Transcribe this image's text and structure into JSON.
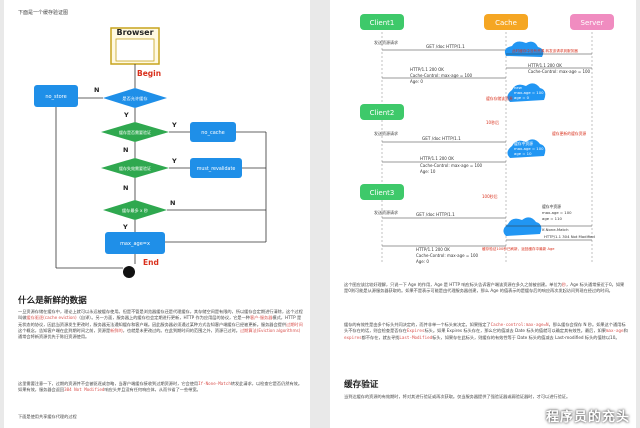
{
  "left_page": {
    "intro": "下面是一个缓存验证图",
    "flowchart": {
      "browser": "Browser",
      "begin": "Begin",
      "end": "End",
      "q_cacheable": "是否允许缓存",
      "q_revalidate": "缓存是否需要验证",
      "q_expire": "缓存失效需要验证",
      "q_maxage": "缓存最多 x 秒",
      "no_store": "no_store",
      "no_cache": "no_cache",
      "must_revalidate": "must_revalidate",
      "max_age": "max_age=x",
      "yes": "Y",
      "no": "N"
    },
    "section_title": "什么是新鲜的数据",
    "para1_a": "一旦资源存储在缓存中，理论上就可以永远被缓存使用。但是不管是浏览器缓存还是代理缓存，其存储空间是有限的，所以缓存会定期进行清除，这个过程叫做",
    "para1_b": "缓存驱逐(cache eviction)",
    "para1_c": "（自译）。另一方面，服务器上的缓存也会定期进行更新，HTTP 作为应用层的协议，它是一种",
    "para1_d": "客户-服务器",
    "para1_e": "模式，HTTP 是无状态的协议，因此当资源发生更改时，服务器无法通知缓存和客户端。因此服务器必须通过某种方式告知客户端缓存已经被更新。服务器会提供",
    "para1_f": "过期时间",
    "para1_g": "这个概念，告知客户端在此到期时间之前，资源是",
    "para1_h": "新鲜的",
    "para1_i": "，也就是未更改过的。在此到期时间的范围之外，资源已过时。",
    "para1_j": "过期算法(Eviction algorithms)",
    "para1_k": "通常会将新资源优先于陈旧资源使用。",
    "para2_a": "这里需要注意一下，过期的资源并不会被驱逐或忽略，当客户端缓存接收到过期资源时，它会使用",
    "para2_b": "If-None-Match",
    "para2_c": "转发此请求，以检查它是否仍然有效。如果有效，服务器会返回",
    "para2_d": "304 Not Modified",
    "para2_e": "响应头并且没有任何响应体，从而节省了一些带宽。",
    "para3": "下面是使用共享缓存代理的过程"
  },
  "right_page": {
    "sequence": {
      "client1": "Client1",
      "client2": "Client2",
      "client3": "Client3",
      "cache": "Cache",
      "server": "Server",
      "send_request": "发送资源请求",
      "get_doc": "GET /doc HTTP/1.1",
      "cloud1": "此时缓存中没有资源,转发该请求到服务器",
      "resp1_l1": "HTTP/1.1 200 OK",
      "resp1_l2": "Cache-Control: max-age = 100",
      "resp1_l3": "Age: 0",
      "cache_stored": "缓存存储该资源",
      "cloud2_l1": "new",
      "cloud2_l2": "max-age = 100",
      "cloud2_l3": "age = 0",
      "t10": "10秒后",
      "cloud3_l1": "缓存中资源",
      "cloud3_l2": "max-age = 100",
      "cloud3_l3": "age = 10",
      "cache_updated": "缓存更新的缓存资源",
      "resp2_l1": "HTTP/1.1 200 OK",
      "resp2_l2": "Cache-Control: max-age = 100",
      "resp2_l3": "Age: 10",
      "t100": "100秒后",
      "cloud4_l1": "缓存中资源",
      "cloud4_l2": "max-age = 100",
      "cloud4_l3": "age = 110",
      "get_doc_inm": "GET /doc HTTP/1.1",
      "inm_header": "If-None-Match",
      "not_modified": "HTTP/1.1 304 Not Modified",
      "cache_fresh": "缓存验证100秒已刷新，返回缓存中最新 Age",
      "resp3_l1": "HTTP/1.1 200 OK",
      "resp3_l2": "Cache-Control: max-age = 100",
      "resp3_l3": "Age: 0"
    },
    "para1_a": "这个图应该比较好理解，只说一下 Age 的作用，Age 是 HTTP 响应标头告诉客户端该资源在多久之前被创建。单位为",
    "para1_b": "秒",
    "para1_c": "，Age 标头通常接近于0。如果是0则可能是从源服务器获取的。如果不是表示可能是由代理服务器创建，那么 Age 的值表示的是缓存后的响应再次发起访问到现在经过的时间。",
    "para2_a": "缓存的有效性是由多个标头共同决定的，而并非单一个标头来决定。如果指定了",
    "para2_b": "Cache-control:max-age=N",
    "para2_c": "，那么缓存会保存 N 秒。如果这个通用标头不存在的话，则会检查是否存在",
    "para2_d": "Expires",
    "para2_e": "标头。如果 Expires 标头存在，那么它的值减去 Date 标头的值就可以确定其有效性。最后，如果",
    "para2_f": "max-age",
    "para2_g": "和",
    "para2_h": "expires",
    "para2_i": "都不存在，就去寻找",
    "para2_j": "Last-Modified",
    "para2_k": "标头，如果存在此标头，则缓存的有效性等于 Date 标头的值减去 Last-modified 标头的值除以10。",
    "section_title": "缓存验证",
    "para3": "当到达缓存的资源的有效期时，将对其进行验证或再次获取。仅当服务器提供了强验证器或弱验证器时，才可以进行验证。",
    "watermark": "程序员的充头"
  },
  "colors": {
    "flow_blue": "#1f8fe8",
    "flow_green": "#2fa84f",
    "red": "#d9301c",
    "client_green": "#3ec96a",
    "cache_orange": "#f5a623",
    "server_pink": "#f08cc0",
    "cloud_blue": "#2196f3"
  }
}
